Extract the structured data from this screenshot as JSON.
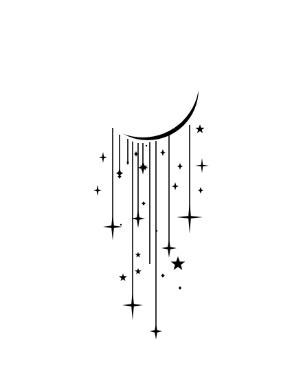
{
  "artwork": {
    "subject": "crescent-moon-with-hanging-stars",
    "ink_color": "#000000",
    "highlight_color": "#ffffff",
    "background_color": "#ffffff",
    "hanging_strand_count": 10,
    "loose_star_count": 22
  }
}
